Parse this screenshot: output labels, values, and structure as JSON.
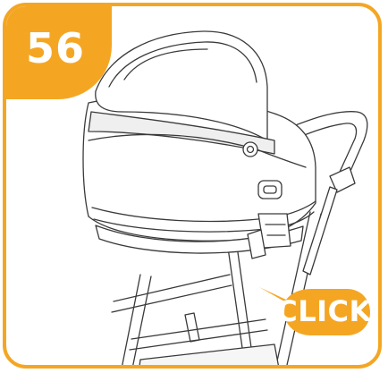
{
  "step": {
    "number": "56"
  },
  "callout": {
    "label": "CLICK"
  },
  "colors": {
    "accent": "#f4a623",
    "line": "#3a3a3a",
    "shade": "#efefef"
  },
  "illustration": {
    "subject": "pram-carrycot-on-stroller-frame"
  }
}
